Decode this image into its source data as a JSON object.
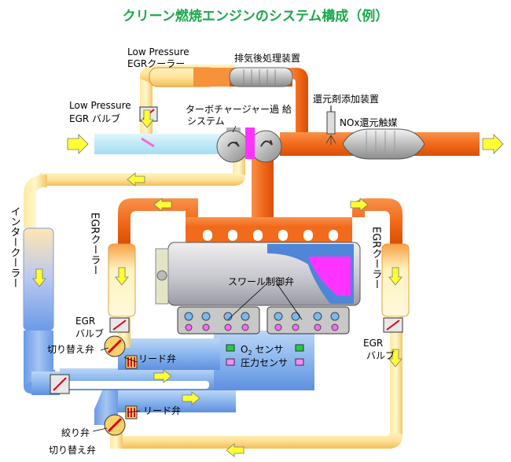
{
  "title": "クリーン燃焼エンジンのシステム構成（例）",
  "labels": {
    "lp_egr_cooler_1": "Low Pressure",
    "lp_egr_cooler_2": "EGRクーラー",
    "aftertreatment": "排気後処理装置",
    "lp_egr_valve_1": "Low Pressure",
    "lp_egr_valve_2": "EGR バルブ",
    "reductant_dosing": "還元剤添加装置",
    "turbo_1": "ターボチャージャー過 給",
    "turbo_2": "システム",
    "nox_catalyst": "NOx還元触媒",
    "intercooler": "インタークーラー",
    "egr_cooler_left": "EGRクーラー",
    "egr_cooler_right": "EGRクーラー",
    "swirl_valve": "スワール制御弁",
    "egr_valve_left_1": "EGR",
    "egr_valve_left_2": "バルブ",
    "switch_valve_top": "切り替え弁",
    "reed_valve_top": "リード弁",
    "o2_sensor": "O",
    "o2_sub": "2",
    "o2_sensor_suffix": " センサ",
    "pressure_sensor": "圧力センサ",
    "egr_valve_right_1": "EGR",
    "egr_valve_right_2": "バルブ",
    "reed_valve_bottom": "リード弁",
    "throttle_valve": "絞り弁",
    "switch_valve_bottom": "切り替え弁"
  },
  "colors": {
    "exhaust": "#f26a1b",
    "egr_warm": "#f5c060",
    "intake_cool": "#7aaee6",
    "intake_light": "#bfe8f8",
    "arrow": "#ffff33",
    "title": "#1aa84a",
    "injector": "#ff33ff",
    "catalyst_gray": "#c8c8c8"
  }
}
